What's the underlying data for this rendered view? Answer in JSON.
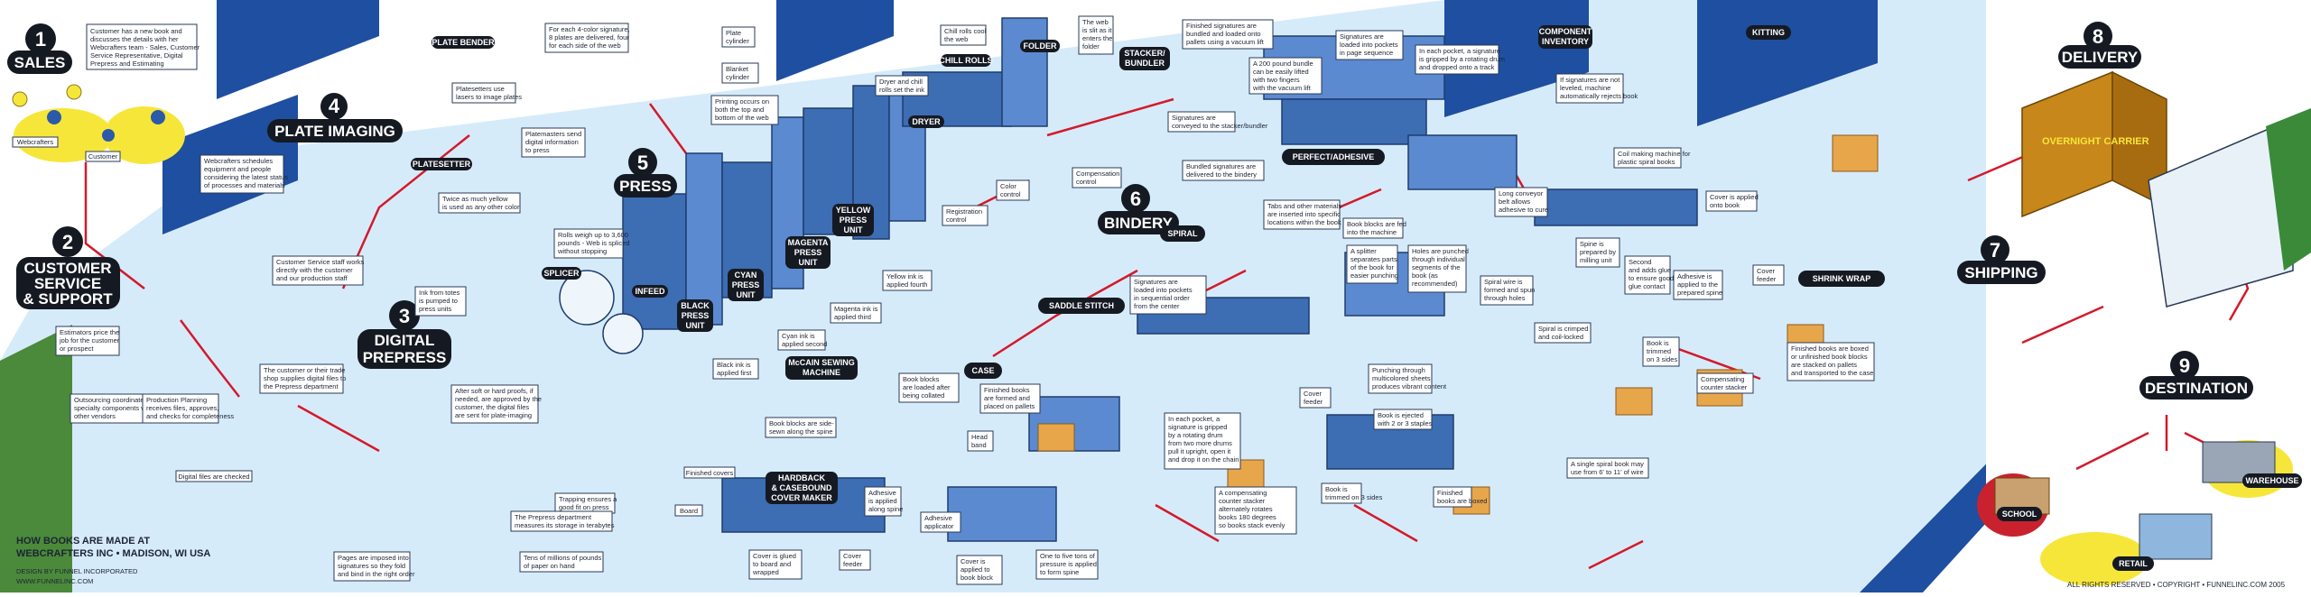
{
  "stages": [
    {
      "num": "1",
      "title": "SALES"
    },
    {
      "num": "2",
      "title": "CUSTOMER SERVICE & SUPPORT"
    },
    {
      "num": "3",
      "title": "DIGITAL PREPRESS"
    },
    {
      "num": "4",
      "title": "PLATE IMAGING"
    },
    {
      "num": "5",
      "title": "PRESS"
    },
    {
      "num": "6",
      "title": "BINDERY"
    },
    {
      "num": "7",
      "title": "SHIPPING"
    },
    {
      "num": "8",
      "title": "DELIVERY"
    },
    {
      "num": "9",
      "title": "DESTINATION"
    }
  ],
  "labels": {
    "plate_bender": "PLATE BENDER",
    "platesetter": "PLATESETTER",
    "chill_rolls": "CHILL ROLLS",
    "dryer": "DRYER",
    "folder": "FOLDER",
    "stacker": "STACKER/ BUNDLER",
    "component": "COMPONENT INVENTORY",
    "kitting": "KITTING",
    "perfect": "PERFECT/ADHESIVE",
    "spiral": "SPIRAL",
    "saddle": "SADDLE STITCH",
    "case": "CASE",
    "mccain": "McCAIN SEWING MACHINE",
    "hardback": "HARDBACK & CASEBOUND COVER MAKER",
    "splicer": "SPLICER",
    "infeed": "INFEED",
    "black": "BLACK PRESS UNIT",
    "cyan": "CYAN PRESS UNIT",
    "magenta": "MAGENTA PRESS UNIT",
    "yellow": "YELLOW PRESS UNIT",
    "shrink": "SHRINK WRAP",
    "warehouse": "WAREHOUSE",
    "school": "SCHOOL",
    "retail": "RETAIL",
    "truck": "OVERNIGHT CARRIER"
  },
  "notes": {
    "webcrafters": "Webcrafters",
    "customer": "Customer",
    "sales_note": "Customer has a new book and discusses the details with her Webcrafters team - Sales, Customer Service Representative, Digital Prepress and Estimating",
    "plate_color": "For each 4-color signature, 8 plates are delivered, four for each side of the web",
    "platesetters": "Platesetters use lasers to image plates",
    "schedules": "Webcrafters schedules equipment and people considering the latest status of processes and materials",
    "staff": "Customer Service staff works directly with the customer and our production staff",
    "estimators": "Estimators price the job for the customer or prospect",
    "outsourcing": "Outsourcing coordinates specialty components with other vendors",
    "planning": "Production Planning receives files, approves, and checks for completeness",
    "trade_shop": "The customer or their trade shop supplies digital files to the Prepress department",
    "digital_checked": "Digital files are checked",
    "proofs": "After soft or hard proofs, if needed, are approved by the customer, the digital files are sent for plate-imaging",
    "trapping": "Trapping ensures a good fit on press",
    "measures": "The Prepress department measures its storage in terabytes",
    "imposed": "Pages are imposed into signatures so they fold and bind in the right order",
    "paper_tons": "Tens of millions of pounds of paper on hand",
    "yellow_ink": "Twice as much yellow is used as any other color",
    "ink_totes": "Ink from totes is pumped to press units",
    "rolls": "Rolls weigh up to 3,600 pounds - Web is spliced without stopping",
    "platemasters": "Platemasters send digital information to press",
    "plate_cyl": "Plate cylinder",
    "blanket_cyl": "Blanket cylinder",
    "printing_occurs": "Printing occurs on both the top and bottom of the web",
    "chill_note": "Chill rolls cool the web",
    "dryer_note": "Dryer and chill rolls set the ink",
    "web_slit": "The web is slit as it enters the folder",
    "registration": "Registration control",
    "color_control": "Color control",
    "compensation": "Compensation control",
    "black_ink": "Black ink is applied first",
    "cyan_ink": "Cyan ink is applied second",
    "magenta_ink": "Magenta ink is applied third",
    "yellow_ink2": "Yellow ink is applied fourth",
    "finished_sigs": "Finished signatures are bundled and loaded onto pallets using a vacuum lift",
    "bundle_200": "A 200 pound bundle can be easily lifted with two fingers with the vacuum lift",
    "conveyed": "Signatures are conveyed to the stacker/bundler",
    "bundled_delivered": "Bundled signatures are delivered to the bindery",
    "loaded_pockets": "Signatures are loaded into pockets in page sequence",
    "each_pocket": "In each pocket, a signature is gripped by a rotating drum and dropped onto a track",
    "not_level": "If signatures are not leveled, machine automatically rejects book",
    "coil_making": "Coil making machine for plastic spiral books",
    "tabs": "Tabs and other materials are inserted into specific locations within the book block",
    "blocks_fed": "Book blocks are fed into the machine",
    "splitter": "A splitter separates parts of the book for easier punching",
    "holes": "Holes are punched through individual segments of the book (as recommended)",
    "spiral_wire": "Spiral wire is formed and spun through holes in the book",
    "crimped": "Spiral is crimped and coil-locked",
    "punching": "Punching through multicolored sheets produces vibrant content",
    "ejected": "Book is ejected with 2 or 3 staples",
    "trimmed_3": "Book is trimmed on 3 sides",
    "finished_boxed": "Finished books are boxed",
    "single_spiral": "A single spiral book may use from 6' to 11' of wire",
    "long_conveyor": "Long conveyor belt allows adhesive to cure",
    "spine_milling": "Spine is prepared by milling unit",
    "second_glue": "Second and adds glue to ensure good glue contact",
    "adhesive_spine": "Adhesive is applied to the prepared spine",
    "cover_applied": "Cover is applied onto book",
    "cover_feeder": "Cover feeder",
    "trimmed_sides": "Book is trimmed on 3 sides",
    "compensating": "Compensating counter stacker",
    "boxed_shrink": "Finished books are boxed or unfinished book blocks are stacked on pallets and transported to the case or spiral binders",
    "saddle_pockets": "Signatures are loaded into pockets in sequential order from the center of the book to outside",
    "gripped_drum": "In each pocket, a signature is gripped by a rotating drum from two more drums pull it upright, open it and drop it on the chain",
    "counter_stacker": "A compensating counter stacker alternately rotates books 180 degrees so books stack evenly",
    "cover_feeder2": "Cover feeder",
    "book_trimmed": "Book is trimmed on 3 sides",
    "finished_boxed2": "Finished books are boxed",
    "blocks_loaded": "Book blocks are loaded after being collated",
    "finished_formed": "Finished books are formed and placed on pallets",
    "sewn_spine": "Book blocks are side-sewn along the spine",
    "head_band": "Head band",
    "finished_covers": "Finished covers",
    "board": "Board",
    "cover_glued": "Cover is glued to board and wrapped",
    "adhesive_spine2": "Adhesive is applied along spine",
    "adhesive_app": "Adhesive applicator",
    "cover_book": "Cover is applied to book block",
    "one_to_five": "One to five tons of pressure is applied to form spine",
    "cover_feeder3": "Cover feeder"
  },
  "footer": {
    "title_line1": "HOW BOOKS ARE MADE AT",
    "title_line2": "WEBCRAFTERS INC • MADISON, WI USA",
    "design": "DESIGN BY FUNNEL INCORPORATED",
    "url": "WWW.FUNNELINC.COM",
    "copyright": "ALL RIGHTS RESERVED • COPYRIGHT • FUNNELINC.COM 2005"
  },
  "colors": {
    "wall": "#1e4fa0",
    "floor": "#d6ebfa",
    "flow": "#d31a2a",
    "label_bg": "#151a22",
    "highlight": "#f7e63a"
  }
}
